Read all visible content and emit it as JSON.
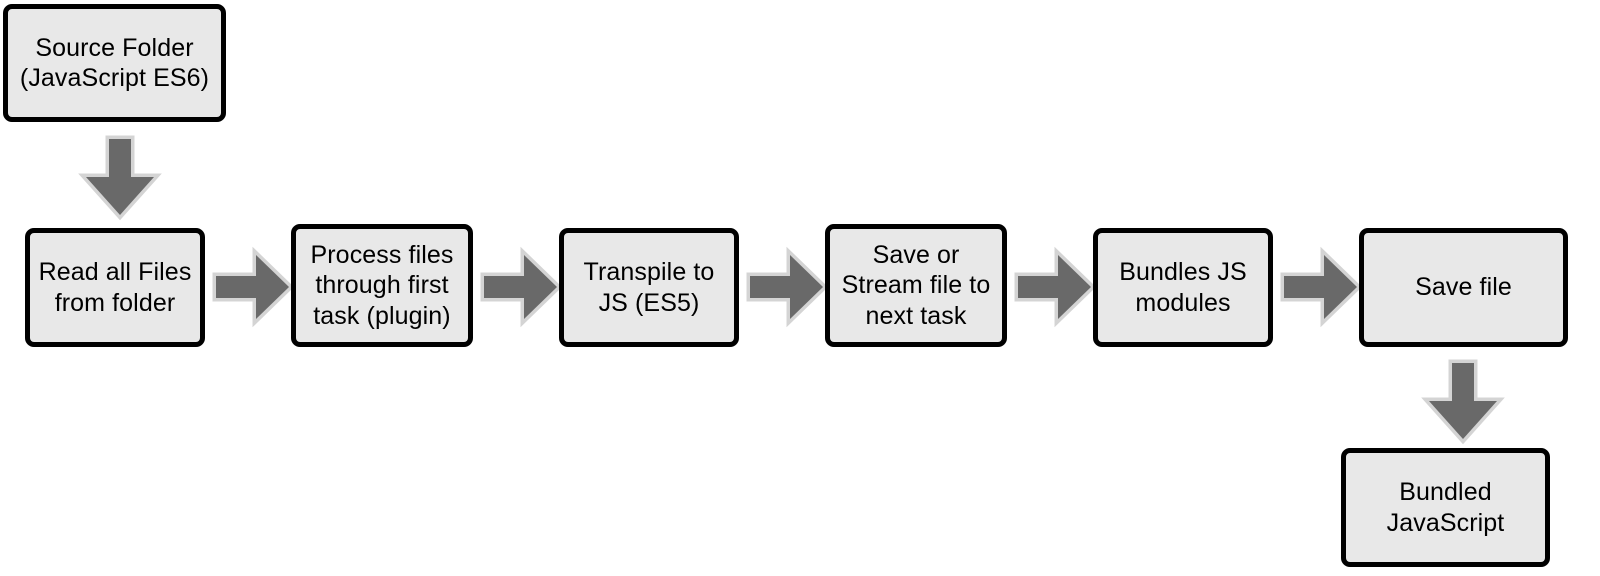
{
  "diagram": {
    "title": "JavaScript build pipeline flowchart",
    "colors": {
      "node_fill": "#e8e8e8",
      "node_border": "#000000",
      "arrow_fill": "#696969",
      "arrow_outline": "#d4d4d4",
      "background": "#ffffff",
      "text": "#000000"
    },
    "nodes": [
      {
        "id": "source-folder",
        "label": "Source Folder\n(JavaScript ES6)"
      },
      {
        "id": "read-all-files",
        "label": "Read all Files\nfrom folder"
      },
      {
        "id": "process-files",
        "label": "Process files\nthrough first\ntask (plugin)"
      },
      {
        "id": "transpile-to-js",
        "label": "Transpile to\nJS (ES5)"
      },
      {
        "id": "save-or-stream",
        "label": "Save or\nStream file to\nnext task"
      },
      {
        "id": "bundles-js-modules",
        "label": "Bundles JS\nmodules"
      },
      {
        "id": "save-file",
        "label": "Save file"
      },
      {
        "id": "bundled-javascript",
        "label": "Bundled\nJavaScript"
      }
    ],
    "connectors": [
      {
        "id": "source-to-read",
        "direction": "down",
        "from": "source-folder",
        "to": "read-all-files"
      },
      {
        "id": "read-to-process",
        "direction": "right",
        "from": "read-all-files",
        "to": "process-files"
      },
      {
        "id": "process-to-transpile",
        "direction": "right",
        "from": "process-files",
        "to": "transpile-to-js"
      },
      {
        "id": "transpile-to-save-stream",
        "direction": "right",
        "from": "transpile-to-js",
        "to": "save-or-stream"
      },
      {
        "id": "save-stream-to-bundles",
        "direction": "right",
        "from": "save-or-stream",
        "to": "bundles-js-modules"
      },
      {
        "id": "bundles-to-save-file",
        "direction": "right",
        "from": "bundles-js-modules",
        "to": "save-file"
      },
      {
        "id": "save-file-to-bundled",
        "direction": "down",
        "from": "save-file",
        "to": "bundled-javascript"
      }
    ]
  }
}
